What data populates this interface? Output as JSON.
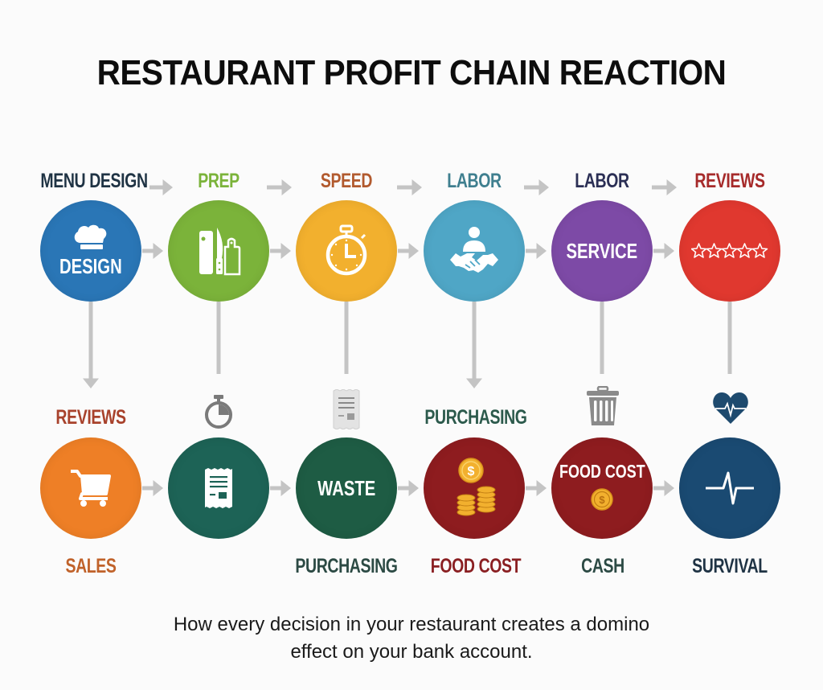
{
  "title": "RESTAURANT PROFIT CHAIN REACTION",
  "subtitle": {
    "line1": "How every decision in your restaurant creates a domino",
    "line2": "effect on your bank account."
  },
  "colors": {
    "connector": "#c4c4c4",
    "background": "#fbfbfb"
  },
  "top_row": [
    {
      "label": "MENU DESIGN",
      "label_color": "#1f3344",
      "circle_color": "#2a76b6",
      "circle_text": "DESIGN",
      "icon": "chef-hat-icon"
    },
    {
      "label": "PREP",
      "label_color": "#7bb33a",
      "circle_color": "#7bb33a",
      "circle_text": "",
      "icon": "knife-cutting-board-icon"
    },
    {
      "label": "SPEED",
      "label_color": "#b25a2e",
      "circle_color": "#f2b02e",
      "circle_text": "",
      "icon": "stopwatch-icon"
    },
    {
      "label": "LABOR",
      "label_color": "#3f7f8f",
      "circle_color": "#4fa6c6",
      "circle_text": "",
      "icon": "handshake-person-icon"
    },
    {
      "label": "LABOR",
      "label_color": "#2b2f55",
      "circle_color": "#7d4aa6",
      "circle_text": "SERVICE",
      "icon": ""
    },
    {
      "label": "REVIEWS",
      "label_color": "#a62a2a",
      "circle_color": "#e0382f",
      "circle_text": "",
      "icon": "five-stars-icon"
    }
  ],
  "middle_labels": [
    {
      "text": "REVIEWS",
      "color": "#a8422c",
      "icon": ""
    },
    {
      "text": "",
      "color": "#7a7a7a",
      "icon": "stopwatch-outline-icon"
    },
    {
      "text": "",
      "color": "#8a8a8a",
      "icon": "receipt-gray-icon"
    },
    {
      "text": "PURCHASING",
      "color": "#2c5a4c",
      "icon": ""
    },
    {
      "text": "",
      "color": "#8a8a8a",
      "icon": "trash-can-icon"
    },
    {
      "text": "",
      "color": "#1e4a6e",
      "icon": "heartbeat-heart-icon"
    }
  ],
  "bottom_row": [
    {
      "label": "SALES",
      "label_color": "#c0622a",
      "circle_color": "#ee7f26",
      "circle_text": "",
      "icon": "shopping-cart-icon"
    },
    {
      "label": "",
      "label_color": "#1f3344",
      "circle_color": "#1d6356",
      "circle_text": "",
      "icon": "receipt-icon"
    },
    {
      "label": "PURCHASING",
      "label_color": "#2c4a44",
      "circle_color": "#1e5c44",
      "circle_text": "WASTE",
      "icon": ""
    },
    {
      "label": "FOOD COST",
      "label_color": "#8a1f22",
      "circle_color": "#8e1c1f",
      "circle_text": "",
      "icon": "coins-icon"
    },
    {
      "label": "CASH",
      "label_color": "#2c4a44",
      "circle_color": "#8e1c1f",
      "circle_text": "FOOD COST",
      "icon": "dollar-coin-icon"
    },
    {
      "label": "SURVIVAL",
      "label_color": "#1f3344",
      "circle_color": "#1a4a72",
      "circle_text": "",
      "icon": "pulse-line-icon"
    }
  ]
}
